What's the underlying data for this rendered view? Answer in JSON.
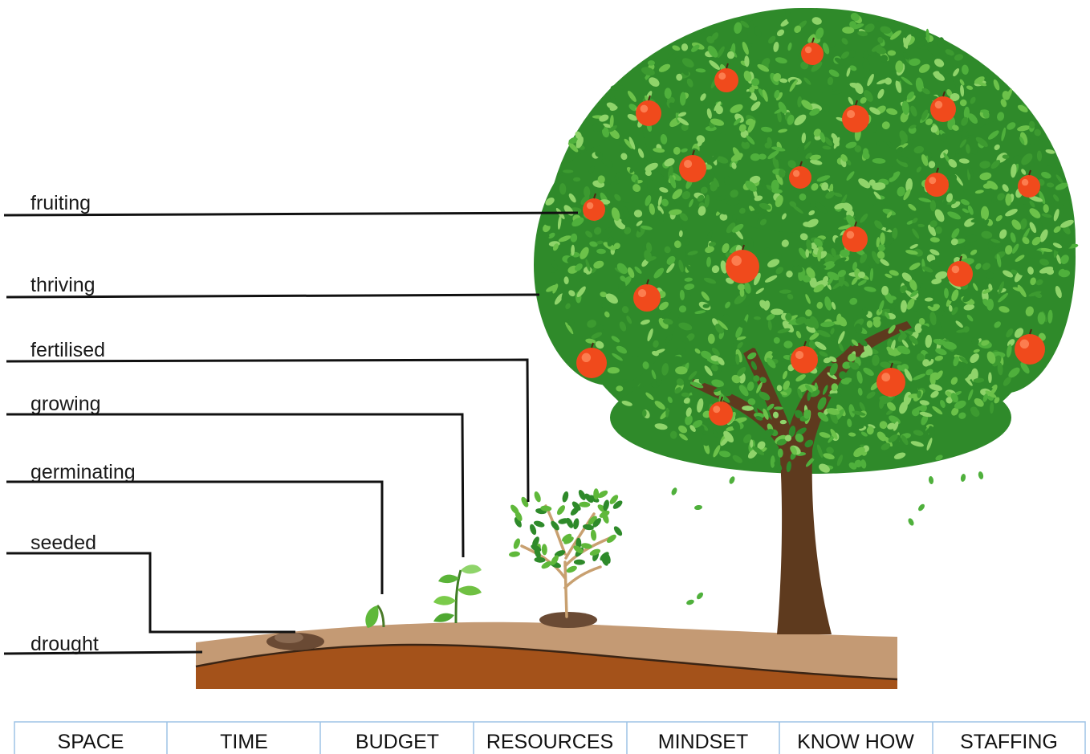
{
  "stages": [
    {
      "id": "fruiting",
      "label": "fruiting"
    },
    {
      "id": "thriving",
      "label": "thriving"
    },
    {
      "id": "fertilised",
      "label": "fertilised"
    },
    {
      "id": "growing",
      "label": "growing"
    },
    {
      "id": "germinating",
      "label": "germinating"
    },
    {
      "id": "seeded",
      "label": "seeded"
    },
    {
      "id": "drought",
      "label": "drought"
    }
  ],
  "columns": [
    "SPACE",
    "TIME",
    "BUDGET",
    "RESOURCES",
    "MINDSET",
    "KNOW HOW",
    "STAFFING"
  ],
  "colors": {
    "leaf_dark": "#2f8a2a",
    "leaf_mid": "#4fb03c",
    "leaf_light": "#8fd46a",
    "trunk": "#5e3a1e",
    "apple": "#f04a1c",
    "soil_top": "#c49a74",
    "soil_bottom": "#a4521a",
    "table_border": "#9dc3e6"
  }
}
